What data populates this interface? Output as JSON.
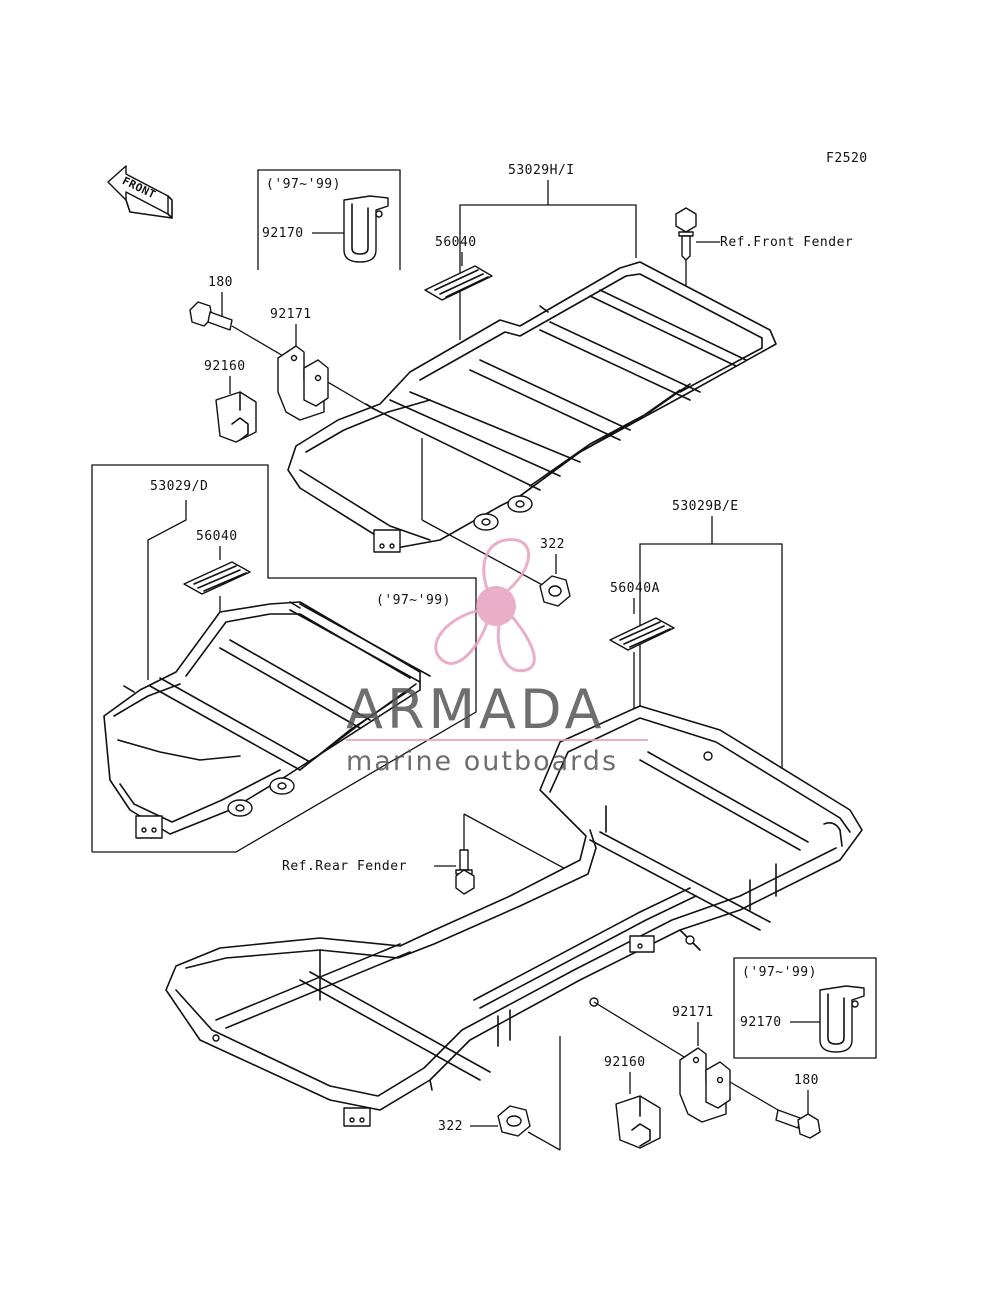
{
  "figure_code": "F2520",
  "direction_arrow": {
    "text": "FRONT"
  },
  "callouts": {
    "upper_rack": "53029H/I",
    "upper_mat": "56040",
    "upper_bolt": "180",
    "upper_bracket": "92171",
    "upper_bushing": "92160",
    "upper_clamp": "92170",
    "upper_clamp_years": "('97~'99)",
    "ref_front_fender": "Ref.Front Fender",
    "upper_nut": "322",
    "left_rack": "53029/D",
    "left_mat": "56040",
    "left_rack_years": "('97~'99)",
    "rear_rack": "53029B/E",
    "rear_mat": "56040A",
    "ref_rear_fender": "Ref.Rear Fender",
    "lower_clamp": "92170",
    "lower_clamp_years": "('97~'99)",
    "lower_bracket": "92171",
    "lower_bushing": "92160",
    "lower_bolt": "180",
    "lower_nut": "322"
  },
  "watermark": {
    "brand": "ARMADA",
    "tagline": "marine outboards",
    "color": "#e8a0c0",
    "text_color": "#555555"
  },
  "colors": {
    "ink": "#111111",
    "background": "#ffffff"
  }
}
